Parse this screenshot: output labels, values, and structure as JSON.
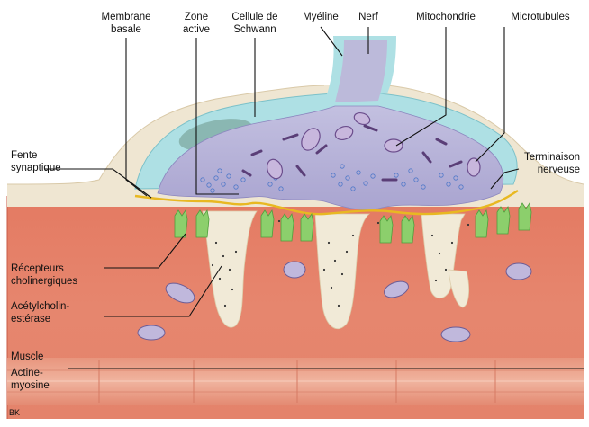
{
  "labels": {
    "membrane_basale": [
      "Membrane",
      "basale"
    ],
    "zone_active": [
      "Zone",
      "active"
    ],
    "cellule_schwann": [
      "Cellule de",
      "Schwann"
    ],
    "myeline": "Myéline",
    "nerf": "Nerf",
    "mitochondrie": "Mitochondrie",
    "microtubules": "Microtubules",
    "fente_synaptique": [
      "Fente",
      "synaptique"
    ],
    "terminaison_nerveuse": [
      "Terminaison",
      "nerveuse"
    ],
    "recepteurs": [
      "Récepteurs",
      "cholinergiques"
    ],
    "acetylcholinesterase": [
      "Acétylcholin-",
      "estérase"
    ],
    "muscle": "Muscle",
    "actine_myosine": [
      "Actine-",
      "myosine"
    ]
  },
  "signature": "BK",
  "colors": {
    "muscle": "#e0705a",
    "muscle_light": "#ecae9a",
    "cleft": "#f1ead7",
    "terminal": "#b8b4d8",
    "myelin": "#a8dde2",
    "receptor": "#88c96a",
    "membrane_line": "#e8b822"
  }
}
